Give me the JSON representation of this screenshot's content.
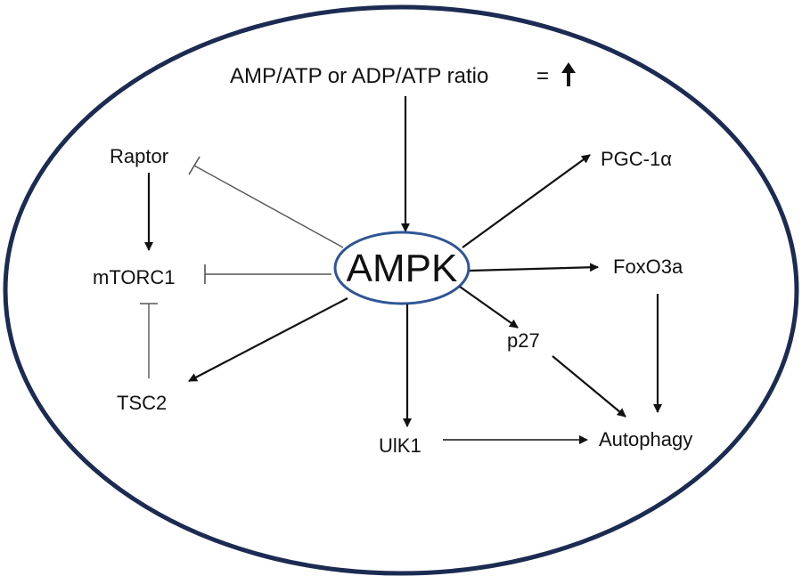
{
  "diagram": {
    "header": {
      "text": "AMP/ATP or ADP/ATP ratio",
      "equals": "=",
      "arrow_glyph": "up-arrow-icon"
    },
    "nodes": {
      "ampk": "AMPK",
      "raptor": "Raptor",
      "mtorc1": "mTORC1",
      "tsc2": "TSC2",
      "pgc1a": "PGC-1α",
      "foxo3a": "FoxO3a",
      "p27": "p27",
      "ulk1": "UlK1",
      "autophagy": "Autophagy"
    },
    "colors": {
      "cell_border": "#1c2b52",
      "ampk_border": "#2f5597",
      "arrow": "#111111",
      "inhibit_line": "#555555"
    },
    "edges": [
      {
        "from": "AMP/ATP or ADP/ATP ratio",
        "to": "AMPK",
        "type": "activation"
      },
      {
        "from": "AMPK",
        "to": "Raptor",
        "type": "inhibition"
      },
      {
        "from": "AMPK",
        "to": "mTORC1",
        "type": "inhibition"
      },
      {
        "from": "AMPK",
        "to": "TSC2",
        "type": "activation"
      },
      {
        "from": "AMPK",
        "to": "PGC-1α",
        "type": "activation"
      },
      {
        "from": "AMPK",
        "to": "FoxO3a",
        "type": "activation"
      },
      {
        "from": "AMPK",
        "to": "p27",
        "type": "activation"
      },
      {
        "from": "AMPK",
        "to": "UlK1",
        "type": "activation"
      },
      {
        "from": "Raptor",
        "to": "mTORC1",
        "type": "activation"
      },
      {
        "from": "TSC2",
        "to": "mTORC1",
        "type": "inhibition"
      },
      {
        "from": "p27",
        "to": "Autophagy",
        "type": "activation"
      },
      {
        "from": "FoxO3a",
        "to": "Autophagy",
        "type": "activation"
      },
      {
        "from": "UlK1",
        "to": "Autophagy",
        "type": "activation"
      }
    ]
  }
}
